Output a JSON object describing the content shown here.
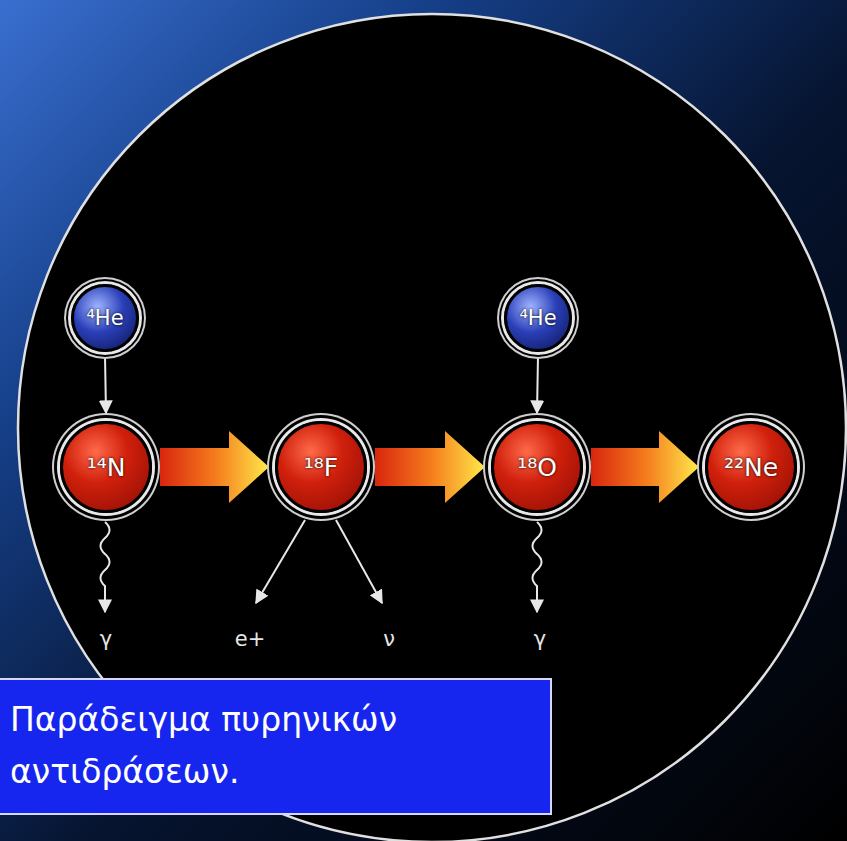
{
  "diagram": {
    "caption": "Παράδειγμα πυρηνικών αντιδράσεων.",
    "nodes": [
      {
        "text": [
          "⁴He"
        ]
      },
      {
        "text": [
          "⁴He"
        ]
      },
      {
        "text": [
          "¹⁴N"
        ]
      },
      {
        "text": [
          "¹⁸F"
        ]
      },
      {
        "text": [
          "¹⁸O"
        ]
      },
      {
        "text": [
          "²²Ne"
        ]
      }
    ],
    "edges": [
      {
        "from": 0,
        "to": 2,
        "arrow": "to"
      },
      {
        "from": 2,
        "to": 3,
        "arrow": "to"
      },
      {
        "from": 3,
        "to": 4,
        "arrow": "to"
      },
      {
        "from": 1,
        "to": 4,
        "arrow": "to"
      },
      {
        "from": 4,
        "to": 5,
        "arrow": "to"
      }
    ],
    "labels": [
      "γ",
      "e+",
      "ν",
      "γ"
    ]
  }
}
